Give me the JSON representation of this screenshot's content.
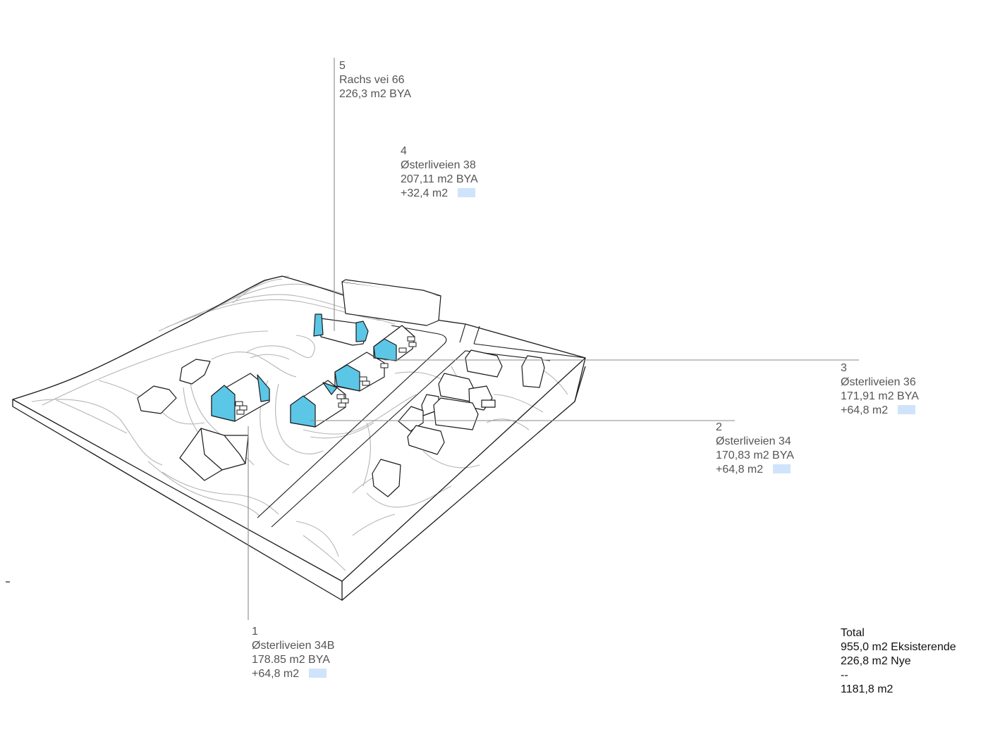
{
  "colors": {
    "new_volume": "#5cc6e6",
    "swatch": "#cfe3fb",
    "line": "#1a1a1a",
    "contour": "#b5b5b5",
    "leader": "#8a8a8a",
    "label_text": "#555555",
    "total_text": "#111111"
  },
  "properties": [
    {
      "number": "1",
      "address": "Østerliveien 34B",
      "bya": "178.85 m2 BYA",
      "added": "+64,8 m2"
    },
    {
      "number": "2",
      "address": "Østerliveien 34",
      "bya": "170,83 m2 BYA",
      "added": "+64,8 m2"
    },
    {
      "number": "3",
      "address": "Østerliveien 36",
      "bya": "171,91 m2 BYA",
      "added": "+64,8 m2"
    },
    {
      "number": "4",
      "address": "Østerliveien 38",
      "bya": "207,11 m2 BYA",
      "added": "+32,4 m2"
    },
    {
      "number": "5",
      "address": "Rachs vei 66",
      "bya": "226,3 m2 BYA"
    }
  ],
  "total": {
    "title": "Total",
    "existing": "955,0 m2 Eksisterende",
    "new": "226,8 m2 Nye",
    "separator": "--",
    "sum": "1181,8 m2"
  }
}
